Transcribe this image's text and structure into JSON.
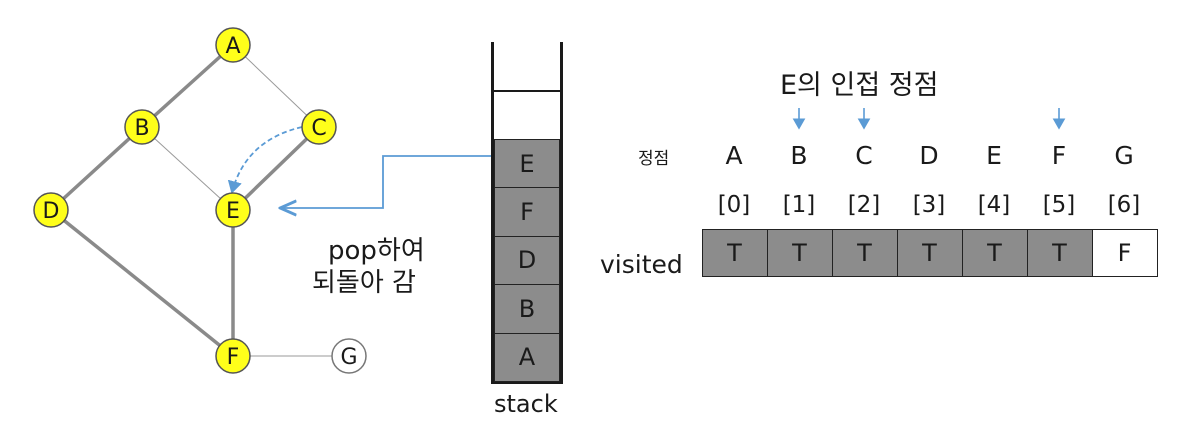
{
  "graph": {
    "nodes": [
      {
        "id": "A",
        "label": "A",
        "visited": true
      },
      {
        "id": "B",
        "label": "B",
        "visited": true
      },
      {
        "id": "C",
        "label": "C",
        "visited": true
      },
      {
        "id": "D",
        "label": "D",
        "visited": true
      },
      {
        "id": "E",
        "label": "E",
        "visited": true
      },
      {
        "id": "F",
        "label": "F",
        "visited": true
      },
      {
        "id": "G",
        "label": "G",
        "visited": false
      }
    ],
    "edges": [
      {
        "from": "A",
        "to": "B",
        "traversed": true
      },
      {
        "from": "A",
        "to": "C",
        "traversed": false
      },
      {
        "from": "B",
        "to": "D",
        "traversed": true
      },
      {
        "from": "B",
        "to": "E",
        "traversed": false
      },
      {
        "from": "C",
        "to": "E",
        "traversed": true
      },
      {
        "from": "D",
        "to": "F",
        "traversed": true
      },
      {
        "from": "E",
        "to": "F",
        "traversed": true
      },
      {
        "from": "F",
        "to": "G",
        "traversed": false
      }
    ],
    "backtrack": {
      "from": "C",
      "to": "E"
    }
  },
  "stack": {
    "label": "stack",
    "items_top_to_bottom": [
      "E",
      "F",
      "D",
      "B",
      "A"
    ],
    "empty_slots": 2
  },
  "pop_note": {
    "line1": "pop하여",
    "line2": "되돌아 감"
  },
  "visited_table": {
    "title": "E의 인접 정점",
    "row_header": "정점",
    "row_label": "visited",
    "vertices": [
      "A",
      "B",
      "C",
      "D",
      "E",
      "F",
      "G"
    ],
    "indices": [
      "[0]",
      "[1]",
      "[2]",
      "[3]",
      "[4]",
      "[5]",
      "[6]"
    ],
    "values": [
      "T",
      "T",
      "T",
      "T",
      "T",
      "T",
      "F"
    ],
    "adjacent_of_E": [
      "B",
      "C",
      "F"
    ]
  },
  "colors": {
    "visited_node": "#ffff1a",
    "unvisited_node": "#ffffff",
    "stack_fill": "#8c8c8c",
    "true_cell": "#8c8c8c",
    "false_cell": "#ffffff",
    "arrow_blue": "#5b9bd5",
    "edge_strong": "#8a8a8a",
    "edge_thin": "#9a9a9a"
  }
}
